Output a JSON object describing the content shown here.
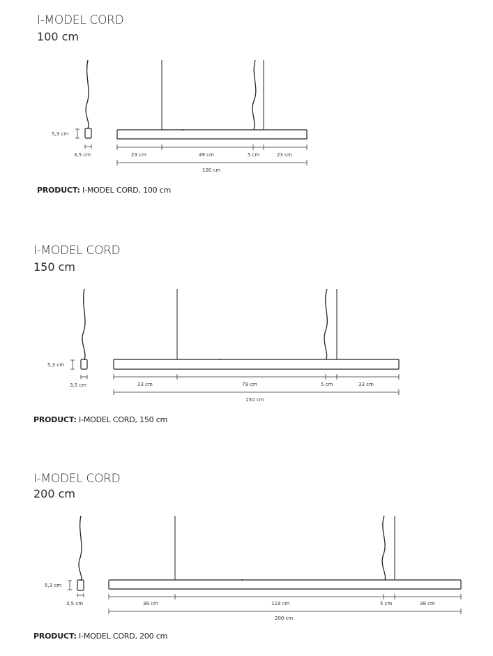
{
  "sections": [
    {
      "title": "I-MODEL CORD",
      "size": "100 cm",
      "cap_height": "5,3 cm",
      "cap_width": "3,5 cm",
      "dims": [
        "23 cm",
        "49 cm",
        "5 cm",
        "23 cm"
      ],
      "total": "100 cm",
      "product_prefix": "PRODUCT:",
      "product_name": "I-MODEL CORD, 100 cm"
    },
    {
      "title": "I-MODEL CORD",
      "size": "150 cm",
      "cap_height": "5,3 cm",
      "cap_width": "3,5 cm",
      "dims": [
        "33 cm",
        "79 cm",
        "5 cm",
        "33 cm"
      ],
      "total": "150 cm",
      "product_prefix": "PRODUCT:",
      "product_name": "I-MODEL CORD, 150 cm"
    },
    {
      "title": "I-MODEL CORD",
      "size": "200 cm",
      "cap_height": "5,3 cm",
      "cap_width": "3,5 cm",
      "dims": [
        "38 cm",
        "119 cm",
        "5 cm",
        "38 cm"
      ],
      "total": "200 cm",
      "product_prefix": "PRODUCT:",
      "product_name": "I-MODEL CORD, 200 cm"
    }
  ]
}
